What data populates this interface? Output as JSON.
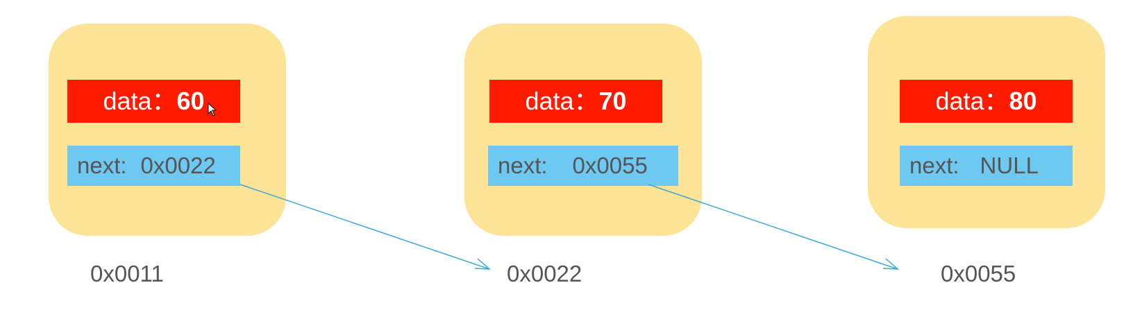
{
  "nodes": [
    {
      "data_label": "data：",
      "data_value": "60",
      "next_label": "next:",
      "next_value": "0x0022",
      "address": "0x0011"
    },
    {
      "data_label": "data：",
      "data_value": "70",
      "next_label": "next:",
      "next_value": "0x0055",
      "address": "0x0022"
    },
    {
      "data_label": "data：",
      "data_value": "80",
      "next_label": "next:",
      "next_value": "NULL",
      "address": "0x0055"
    }
  ],
  "colors": {
    "node_background": "#fde396",
    "data_field": "#ff1a00",
    "next_field": "#6dc8f2",
    "arrow": "#3aa7d9",
    "text_gray": "#555555"
  },
  "icons": [
    "mouse-cursor-icon"
  ]
}
